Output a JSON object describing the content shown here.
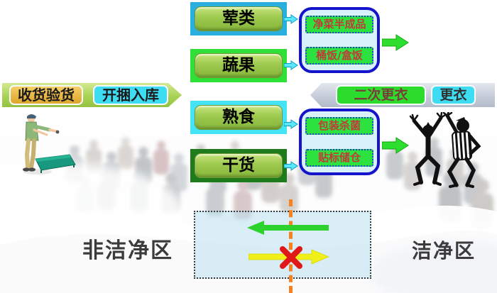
{
  "slide": {
    "description": "food processing workflow: receiving to clean area",
    "zones": {
      "non_clean": "非洁净区",
      "clean": "洁净区"
    }
  },
  "categories": [
    "荤类",
    "蔬果",
    "熟食",
    "干货"
  ],
  "process_boxes": {
    "box1": [
      "净菜半成品",
      "桶饭/盒饭"
    ],
    "box2": [
      "包装杀菌",
      "贴标储仓"
    ]
  },
  "left_band": {
    "steps": [
      "收货验货",
      "开捆入库"
    ]
  },
  "right_band": {
    "steps": [
      "二次更衣",
      "更衣"
    ]
  },
  "icons": {
    "worker": "warehouse-worker-figure",
    "dancers": "celebrating-figures",
    "green_arrow": "flow-allowed-arrow",
    "yellow_arrow": "flow-blocked-arrow",
    "red_x": "blocked-cross"
  },
  "colors": {
    "category_frames": [
      "#2aaede",
      "#30e038",
      "#44e4f4",
      "#1e7c1c"
    ],
    "container_border": "#1414cc",
    "strip_fill": "#2ce23e",
    "strip_text": "#c23a3a",
    "flow_green": "#2ede2e",
    "blocked_yellow": "#f0f018",
    "block_x_red": "#e01818",
    "divider_orange": "#f5821e"
  }
}
